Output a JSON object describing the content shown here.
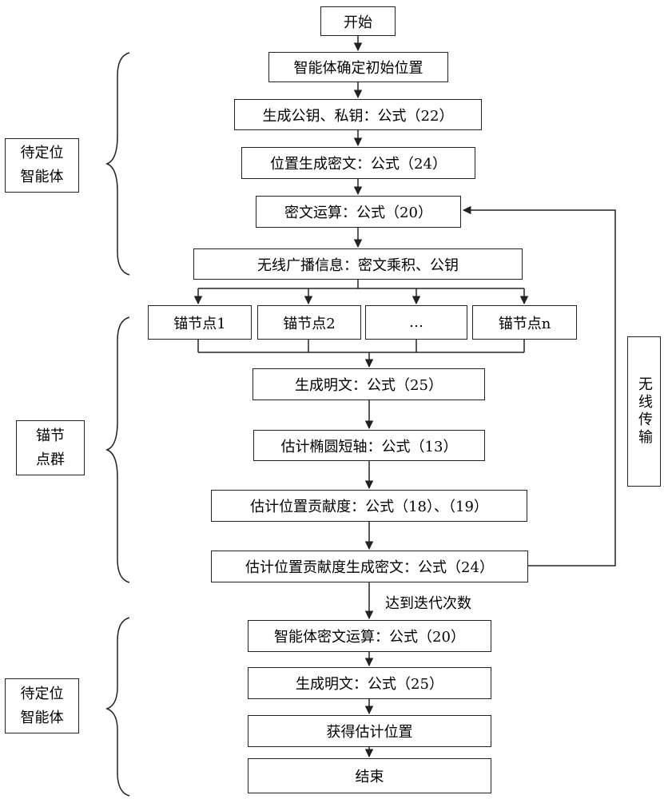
{
  "start": "开始",
  "main_steps": [
    "智能体确定初始位置",
    "生成公钥、私钥：公式（22）",
    "位置生成密文：公式（24）",
    "密文运算：公式（20）",
    "无线广播信息：密文乘积、公钥"
  ],
  "anchors": [
    "锚节点1",
    "锚节点2",
    "…",
    "锚节点n"
  ],
  "anchor_steps": [
    "生成明文：公式（25）",
    "估计椭圆短轴：公式（13）",
    "估计位置贡献度：公式（18）、（19）",
    "估计位置贡献度生成密文：公式（24）"
  ],
  "iteration_label": "达到迭代次数",
  "final_steps": [
    "智能体密文运算：公式（20）",
    "生成明文：公式（25）",
    "获得估计位置",
    "结束"
  ],
  "groups": {
    "agent_top": "待定位\n智能体",
    "anchor_group": "锚节\n点群",
    "agent_bottom": "待定位\n智能体"
  },
  "wireless": "无线传输"
}
